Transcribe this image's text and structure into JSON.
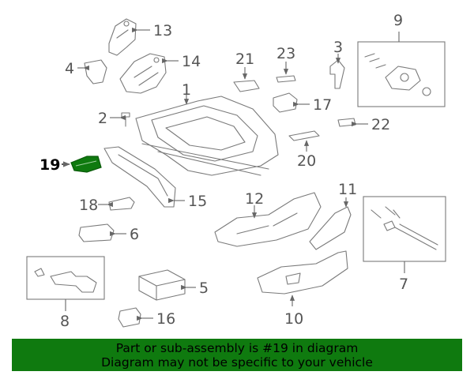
{
  "callouts": {
    "c1": "1",
    "c2": "2",
    "c3": "3",
    "c4": "4",
    "c5": "5",
    "c6": "6",
    "c7": "7",
    "c8": "8",
    "c9": "9",
    "c10": "10",
    "c11": "11",
    "c12": "12",
    "c13": "13",
    "c14": "14",
    "c15": "15",
    "c16": "16",
    "c17": "17",
    "c18": "18",
    "c19": "19",
    "c20": "20",
    "c21": "21",
    "c22": "22",
    "c23": "23"
  },
  "highlight": {
    "part": "19",
    "color": "#0f7a0f"
  },
  "banner": {
    "line1": "Part or sub-assembly is #19 in diagram",
    "line2": "Diagram may not be specific to your vehicle",
    "background": "#0f7a0f"
  }
}
